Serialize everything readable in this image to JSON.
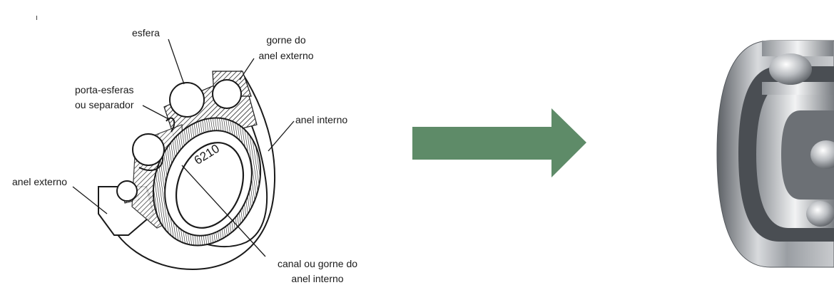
{
  "diagram": {
    "labels": {
      "esfera": "esfera",
      "gorne_externo_1": "gorne do",
      "gorne_externo_2": "anel externo",
      "porta_esferas_1": "porta-esferas",
      "porta_esferas_2": "ou separador",
      "anel_interno": "anel interno",
      "anel_externo": "anel externo",
      "canal_1": "canal ou gorne do",
      "canal_2": "anel interno",
      "bearing_code": "6210"
    }
  },
  "colors": {
    "arrow": "#5e8b68",
    "line": "#1a1a1a",
    "steel_dark": "#6f7378",
    "steel_light": "#e4e6e8"
  },
  "icons": {
    "arrow": "right-arrow-icon",
    "photo": "ball-bearing-photo"
  }
}
